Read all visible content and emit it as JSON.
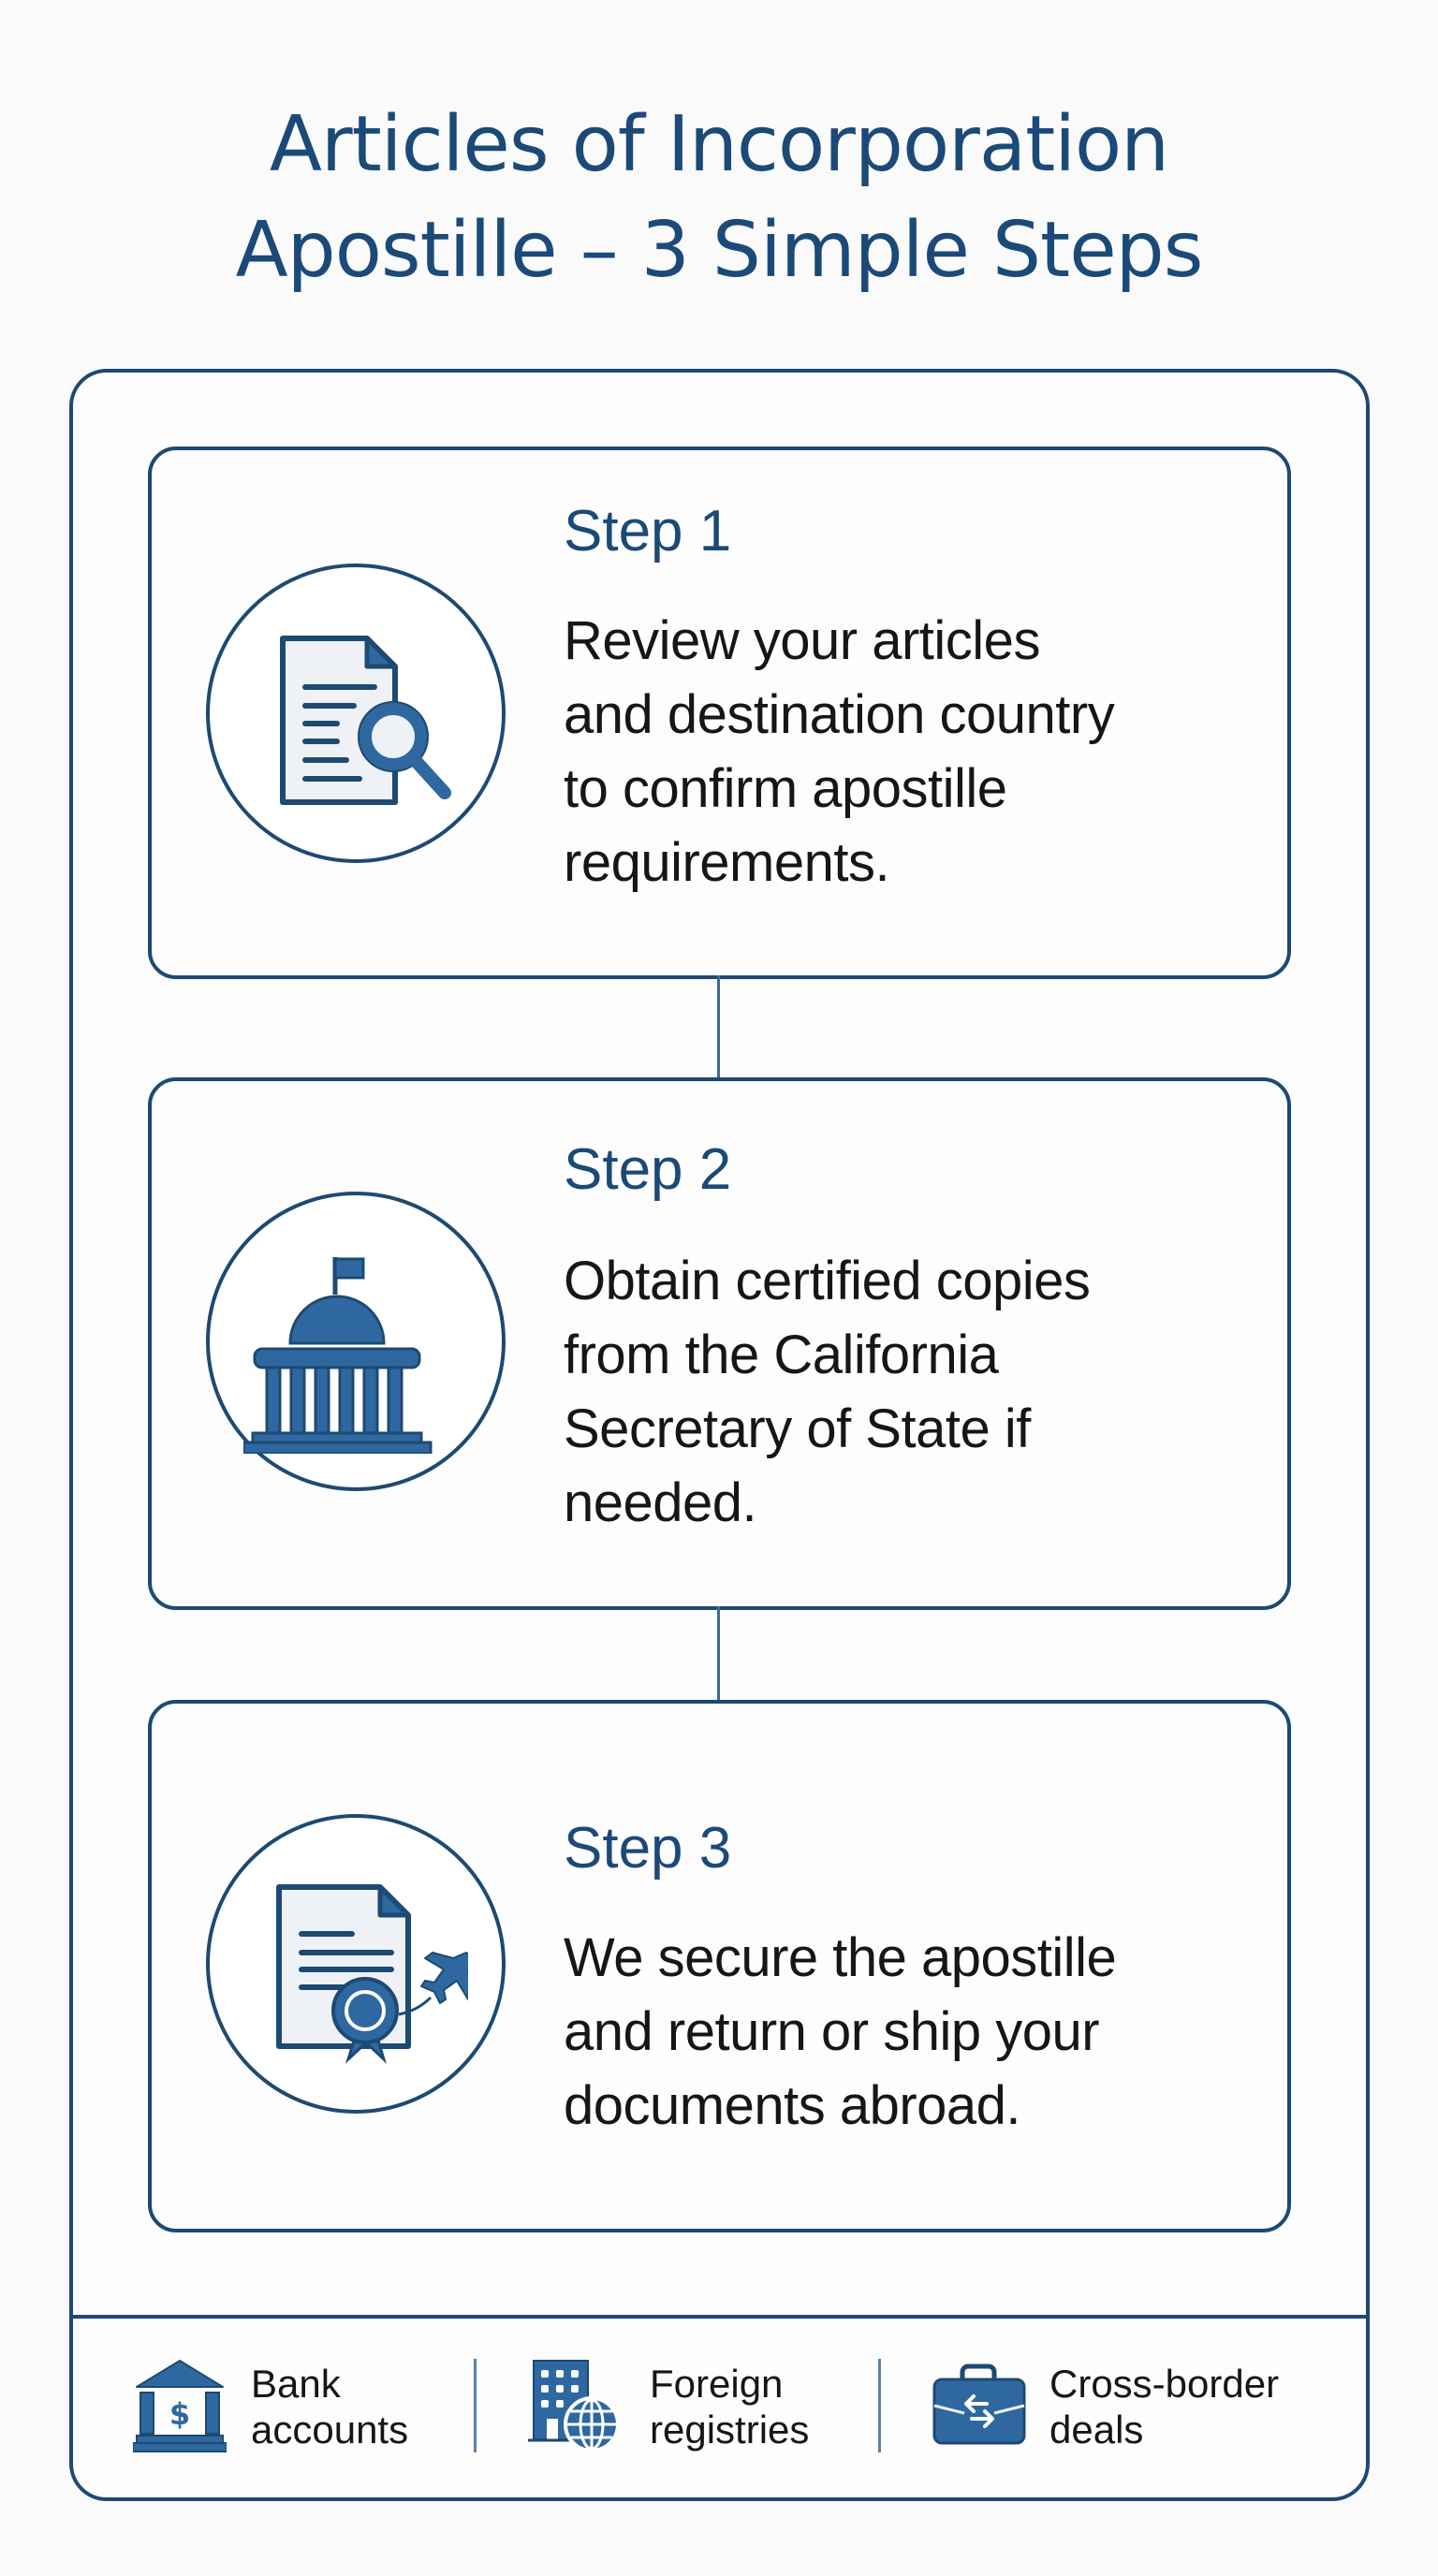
{
  "title": {
    "line1": "Articles of Incorporation",
    "line2": "Apostille – 3 Simple Steps"
  },
  "colors": {
    "primary": "#1c4a72",
    "title": "#1b4a78",
    "icon_fill": "#2f68a0",
    "text": "#161616",
    "background": "#fafafa"
  },
  "steps": [
    {
      "label": "Step 1",
      "icon": "document-search-icon",
      "lines": [
        "Review your articles",
        "and destination country",
        "to confirm apostille",
        "requirements."
      ]
    },
    {
      "label": "Step 2",
      "icon": "government-building-icon",
      "lines": [
        "Obtain certified copies",
        "from the California",
        "Secretary of State if",
        "needed."
      ]
    },
    {
      "label": "Step 3",
      "icon": "certificate-airplane-icon",
      "lines": [
        "We secure the apostille",
        "and return or ship your",
        "documents abroad."
      ]
    }
  ],
  "footer": [
    {
      "icon": "bank-icon",
      "line1": "Bank",
      "line2": "accounts"
    },
    {
      "icon": "building-globe-icon",
      "line1": "Foreign",
      "line2": "registries"
    },
    {
      "icon": "briefcase-exchange-icon",
      "line1": "Cross-border",
      "line2": "deals"
    }
  ]
}
